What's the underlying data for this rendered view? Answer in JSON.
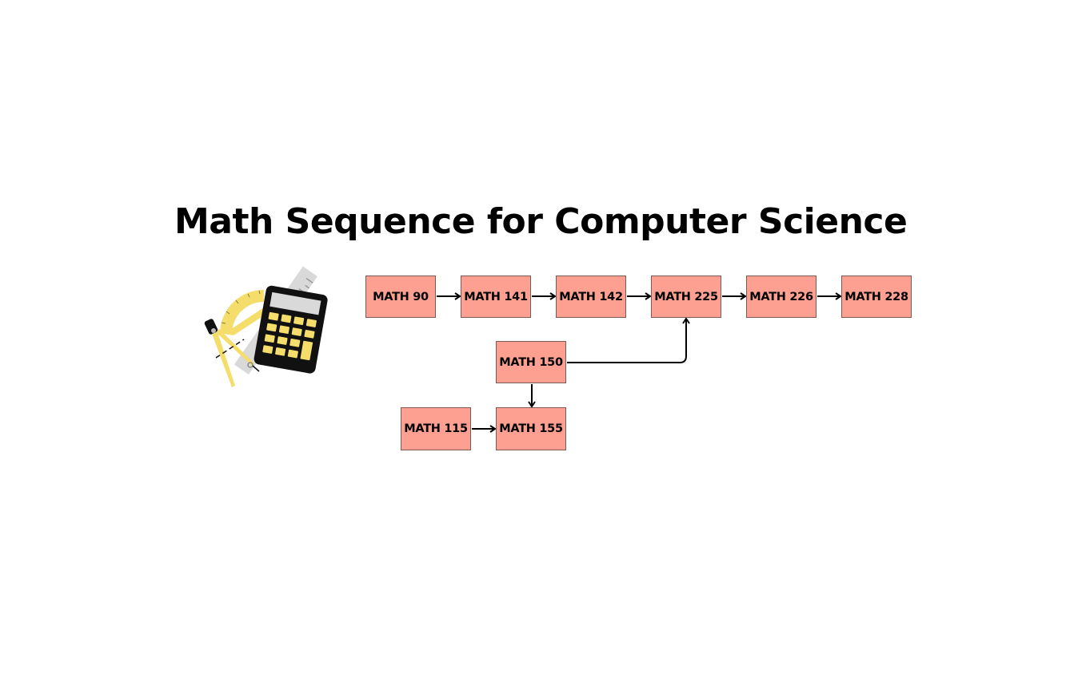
{
  "title": "Math Sequence for Computer Science",
  "illustration": "math-tools-calculator-icon",
  "colors": {
    "box_fill": "#fea091",
    "box_border": "#7a5a55",
    "edge": "#000000",
    "accent_yellow": "#f5dd6b"
  },
  "courses": {
    "m90": "MATH 90",
    "m141": "MATH 141",
    "m142": "MATH 142",
    "m225": "MATH 225",
    "m226": "MATH 226",
    "m228": "MATH 228",
    "m150": "MATH 150",
    "m115": "MATH 115",
    "m155": "MATH 155"
  },
  "edges": [
    [
      "MATH 90",
      "MATH 141"
    ],
    [
      "MATH 141",
      "MATH 142"
    ],
    [
      "MATH 142",
      "MATH 225"
    ],
    [
      "MATH 225",
      "MATH 226"
    ],
    [
      "MATH 226",
      "MATH 228"
    ],
    [
      "MATH 150",
      "MATH 225"
    ],
    [
      "MATH 150",
      "MATH 155"
    ],
    [
      "MATH 115",
      "MATH 155"
    ]
  ]
}
